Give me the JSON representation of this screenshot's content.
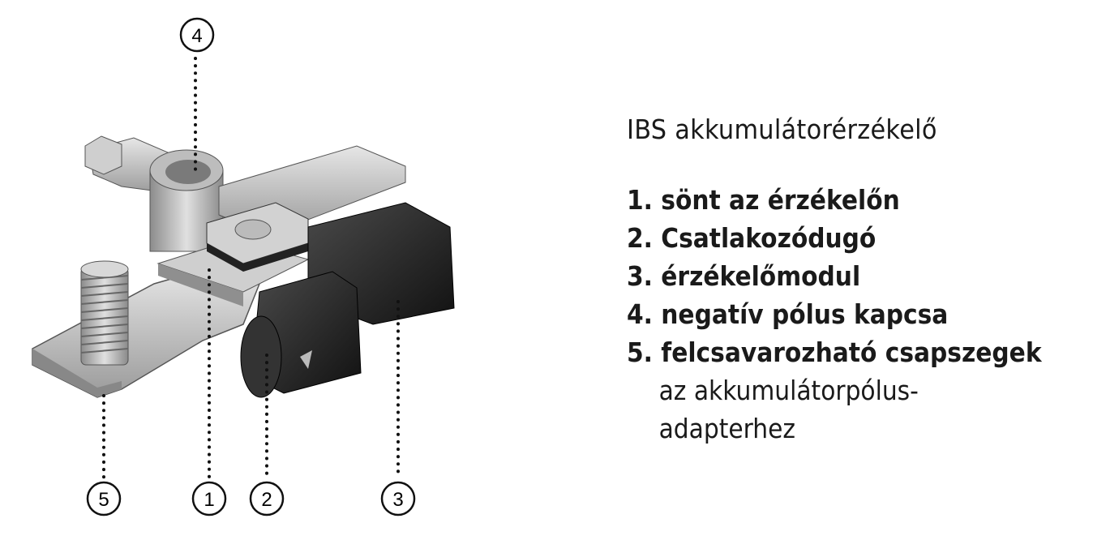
{
  "title": "IBS akkumulátorérzékelő",
  "items": [
    {
      "number": "1",
      "label": "1. sönt az érzékelőn"
    },
    {
      "number": "2",
      "label": "2. Csatlakozódugó"
    },
    {
      "number": "3",
      "label": "3. érzékelőmodul"
    },
    {
      "number": "4",
      "label": "4. negatív pólus kapcsa"
    },
    {
      "number": "5",
      "label": "5. felcsavarozható csapszegek"
    }
  ],
  "item5_continuation": [
    "az akkumulátorpólus-",
    "adapterhez"
  ],
  "callouts": [
    "4",
    "5",
    "1",
    "2",
    "3"
  ]
}
